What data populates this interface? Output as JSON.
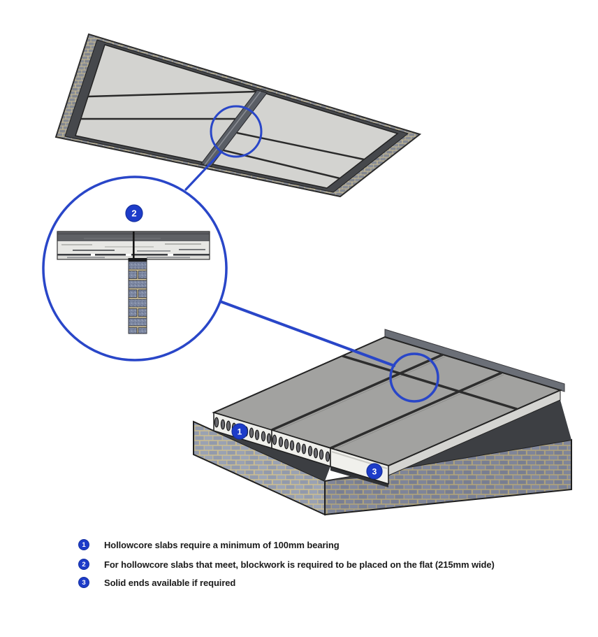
{
  "figure": {
    "kind": "hollowcore-slab-installation-diagram"
  },
  "colors": {
    "accent_blue": "#2946c8",
    "badge_blue": "#1d3cc9",
    "slab_top_gray": "#a2a2a0",
    "soffit_gray": "#d3d3d0",
    "brick_gray": "#878b94",
    "mortar_tan": "#c7ba92",
    "block_blue_gray": "#7e89a3"
  },
  "annotations": [
    {
      "num": "1",
      "text": "Hollowcore slabs require a minimum of 100mm bearing"
    },
    {
      "num": "2",
      "text": "For hollowcore slabs that meet, blockwork is required to be placed on the flat (215mm wide)"
    },
    {
      "num": "3",
      "text": "Solid ends available if required"
    }
  ]
}
